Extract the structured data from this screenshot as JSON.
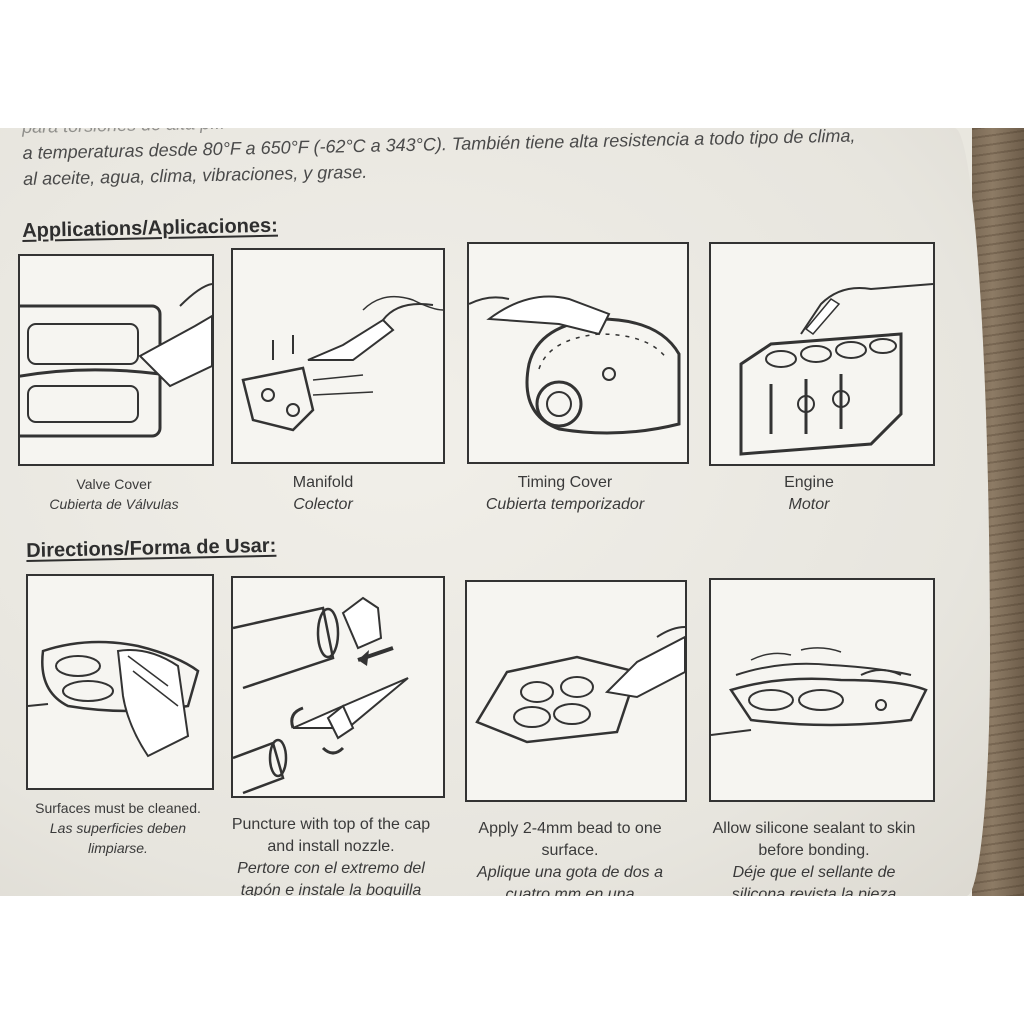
{
  "intro": {
    "line1": "para torsiones de alta p...",
    "line2": "a temperaturas desde 80°F a 650°F (-62°C a 343°C). También tiene alta resistencia a todo tipo de clima,",
    "line3": "al aceite, agua, clima, vibraciones, y grase."
  },
  "applications": {
    "title": "Applications/Aplicaciones:",
    "items": [
      {
        "en": "Valve Cover",
        "es": "Cubierta de Válvulas",
        "icon": "valve-cover-icon"
      },
      {
        "en": "Manifold",
        "es": "Colector",
        "icon": "manifold-icon"
      },
      {
        "en": "Timing Cover",
        "es": "Cubierta temporizador",
        "icon": "timing-cover-icon"
      },
      {
        "en": "Engine",
        "es": "Motor",
        "icon": "engine-icon"
      }
    ]
  },
  "directions": {
    "title": "Directions/Forma de Usar:",
    "items": [
      {
        "en": "Surfaces must be cleaned.",
        "es": "Las superficies deben limpiarse.",
        "icon": "clean-surface-icon"
      },
      {
        "en": "Puncture with top of the cap and install nozzle.",
        "es": "Pertore con el extremo del tapón e instale la boquilla",
        "icon": "install-nozzle-icon"
      },
      {
        "en": "Apply 2-4mm bead to one surface.",
        "es": "Aplique una gota de dos a cuatro mm en una",
        "icon": "apply-bead-icon"
      },
      {
        "en": "Allow silicone sealant to skin before bonding.",
        "es": "Déje que el sellante de silicona revista la pieza",
        "icon": "bond-surfaces-icon"
      }
    ]
  }
}
